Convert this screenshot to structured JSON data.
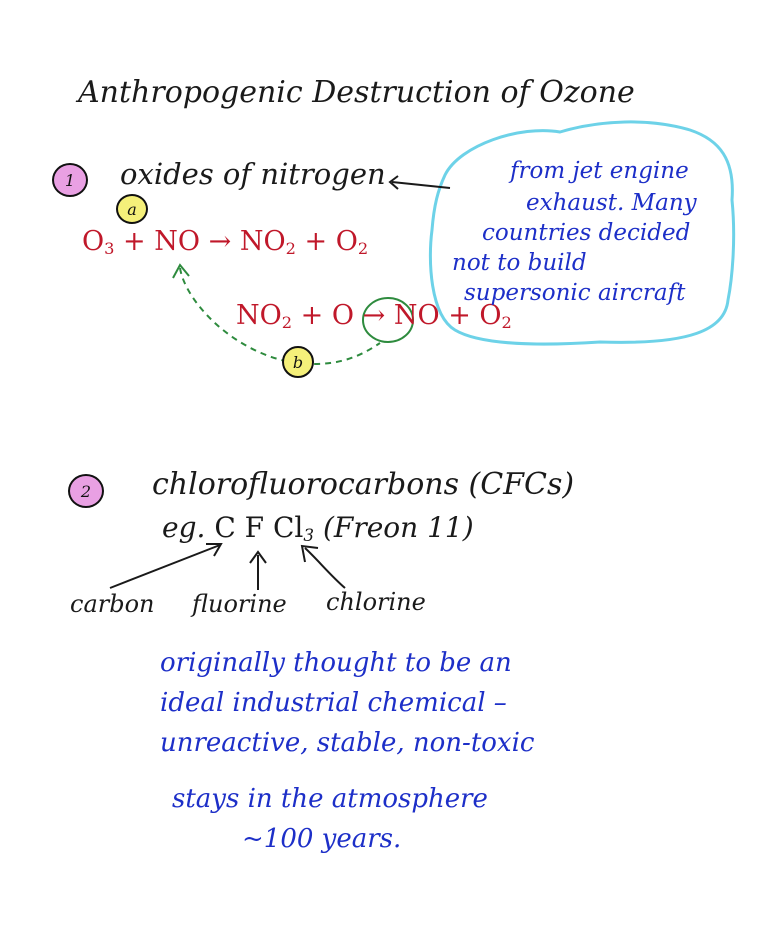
{
  "title": "Anthropogenic Destruction of Ozone",
  "section1": {
    "number": "1",
    "heading": "oxides of nitrogen",
    "label_a": "a",
    "label_b": "b",
    "reaction_a": {
      "lhs": "O",
      "lhs_sub": "3",
      "plus_no": "+ NO",
      "arrow": "→",
      "no2": "NO",
      "no2_sub": "2",
      "plus": "+ O",
      "o2_sub": "2"
    },
    "reaction_b": {
      "no2": "NO",
      "no2_sub": "2",
      "plus_o": "+ O",
      "arrow": "→",
      "no": "NO",
      "plus": "+ O",
      "o2_sub": "2"
    },
    "note_lines": [
      "from jet engine",
      "exhaust. Many",
      "countries decided",
      "not to build",
      "supersonic aircraft"
    ]
  },
  "section2": {
    "number": "2",
    "heading": "chlorofluorocarbons (CFCs)",
    "example": {
      "eg": "eg.",
      "c": "C",
      "f": "F",
      "cl": "Cl",
      "cl_sub": "3",
      "name": "(Freon 11)"
    },
    "labels": {
      "carbon": "carbon",
      "fluorine": "fluorine",
      "chlorine": "chlorine"
    },
    "notes": [
      "originally thought to be an",
      "ideal industrial chemical –",
      "unreactive, stable, non-toxic",
      "stays in the atmosphere",
      "~100 years."
    ]
  },
  "colors": {
    "ink": "#1a1a1a",
    "red_ink": "#c0182a",
    "blue_ink": "#1d2fc8",
    "highlight_pink": "#e9a0e3",
    "highlight_yellow": "#f5f07a",
    "cyan_outline": "#6dd2e8",
    "green_dash": "#2e8b3e"
  }
}
